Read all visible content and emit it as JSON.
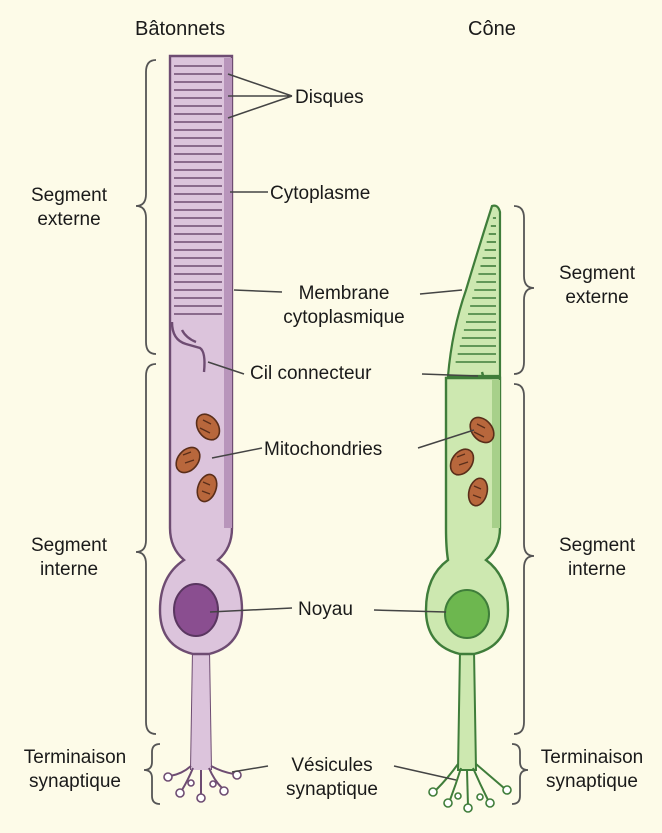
{
  "titles": {
    "rod": "Bâtonnets",
    "cone": "Cône"
  },
  "labels": {
    "disques": "Disques",
    "cytoplasme": "Cytoplasme",
    "membrane_1": "Membrane",
    "membrane_2": "cytoplasmique",
    "cil": "Cil connecteur",
    "mito": "Mitochondries",
    "noyau": "Noyau",
    "vesicules_1": "Vésicules",
    "vesicules_2": "synaptique"
  },
  "segments": {
    "externe_1": "Segment",
    "externe_2": "externe",
    "interne_1": "Segment",
    "interne_2": "interne",
    "terminaison_1": "Terminaison",
    "terminaison_2": "synaptique"
  },
  "colors": {
    "background": "#fdfbe8",
    "rod_fill": "#dcc4dc",
    "rod_stroke": "#6e4c72",
    "rod_nucleus": "#8a4e90",
    "cone_fill": "#cde8b0",
    "cone_stroke": "#3f7d3a",
    "cone_nucleus": "#6db74f",
    "mitochondria": "#b8673c"
  }
}
